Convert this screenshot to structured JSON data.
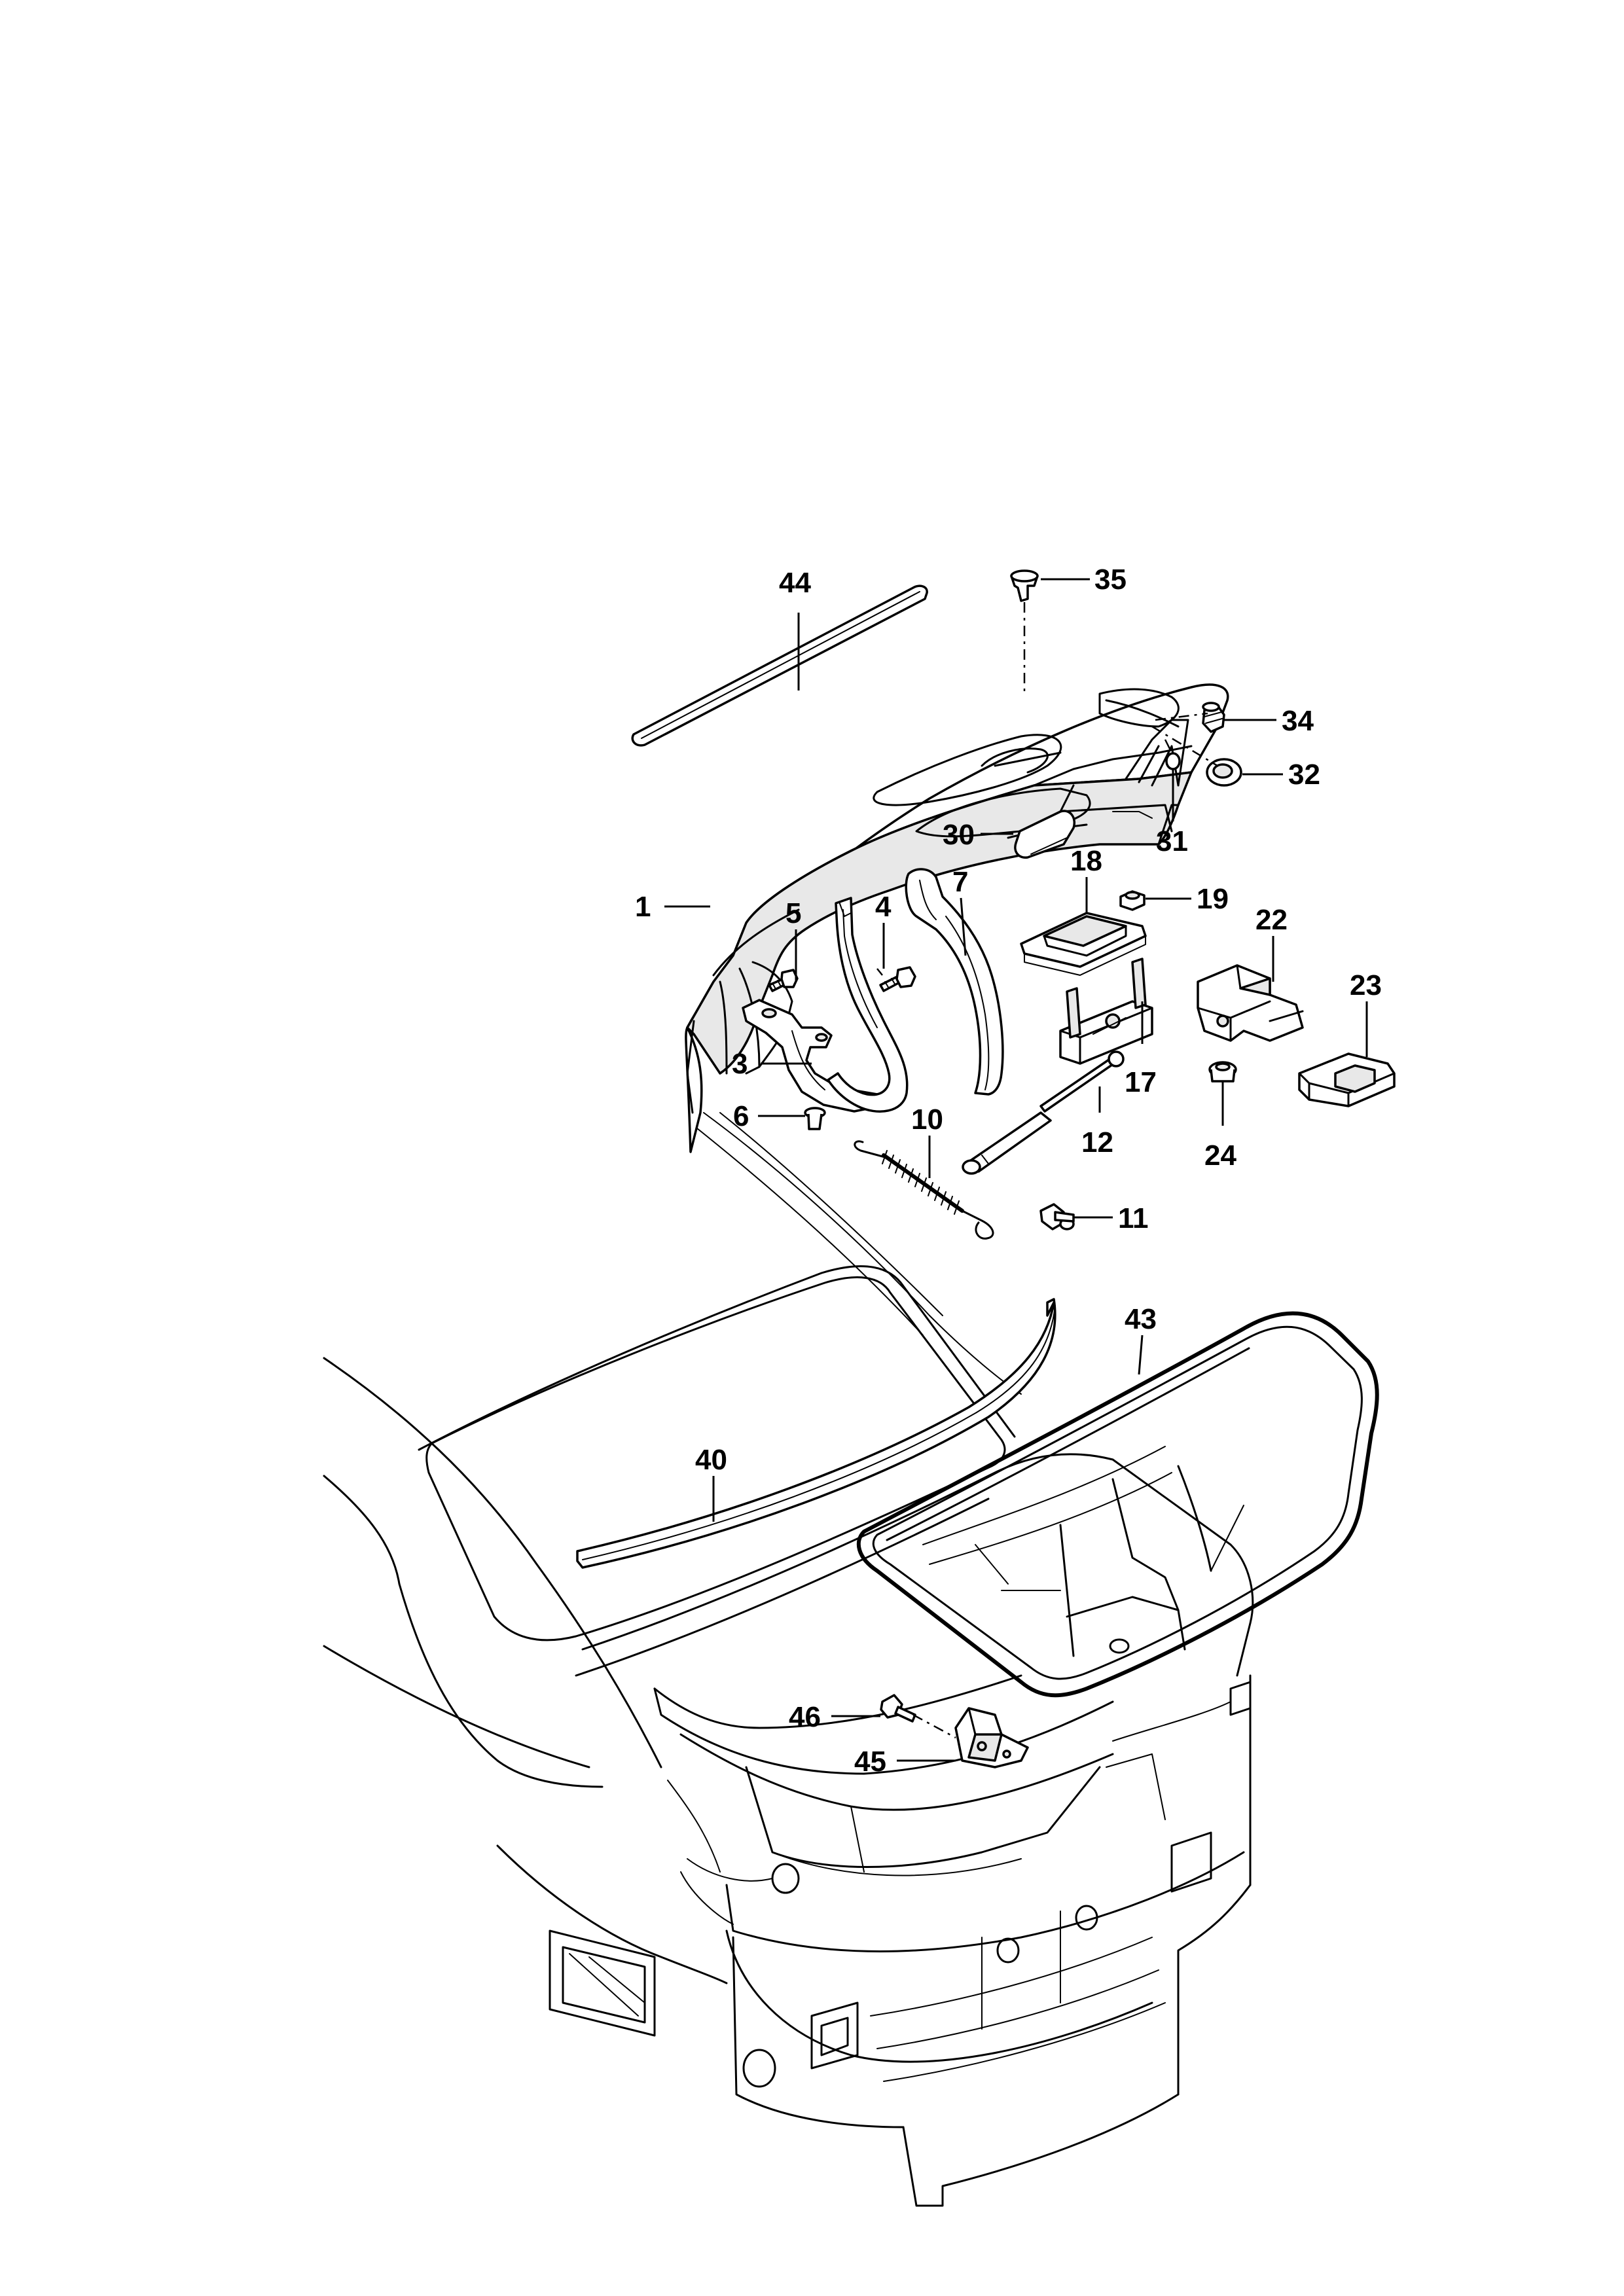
{
  "callouts": [
    {
      "id": "c44",
      "text": "44"
    },
    {
      "id": "c35",
      "text": "35"
    },
    {
      "id": "c34",
      "text": "34"
    },
    {
      "id": "c32",
      "text": "32"
    },
    {
      "id": "c31",
      "text": "31"
    },
    {
      "id": "c30",
      "text": "30"
    },
    {
      "id": "c18",
      "text": "18"
    },
    {
      "id": "c19",
      "text": "19"
    },
    {
      "id": "c22",
      "text": "22"
    },
    {
      "id": "c23",
      "text": "23"
    },
    {
      "id": "c1",
      "text": "1"
    },
    {
      "id": "c5",
      "text": "5"
    },
    {
      "id": "c4",
      "text": "4"
    },
    {
      "id": "c7",
      "text": "7"
    },
    {
      "id": "c3",
      "text": "3"
    },
    {
      "id": "c17",
      "text": "17"
    },
    {
      "id": "c24",
      "text": "24"
    },
    {
      "id": "c6",
      "text": "6"
    },
    {
      "id": "c10",
      "text": "10"
    },
    {
      "id": "c12",
      "text": "12"
    },
    {
      "id": "c11",
      "text": "11"
    },
    {
      "id": "c43",
      "text": "43"
    },
    {
      "id": "c40",
      "text": "40"
    },
    {
      "id": "c46",
      "text": "46"
    },
    {
      "id": "c45",
      "text": "45"
    }
  ]
}
